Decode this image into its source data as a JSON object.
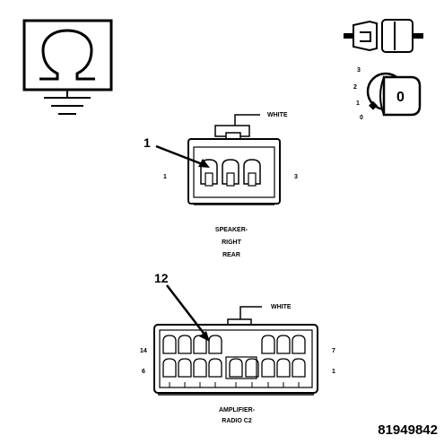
{
  "symbol_panel": {
    "ohm": "Ω"
  },
  "speaker_connector": {
    "callout": "1",
    "wire_color": "WHITE",
    "pin_left": "1",
    "pin_right": "3",
    "label_line1": "SPEAKER-",
    "label_line2": "RIGHT",
    "label_line3": "REAR"
  },
  "amplifier_connector": {
    "callout": "12",
    "wire_color": "WHITE",
    "pin_top_left": "14",
    "pin_top_right": "7",
    "pin_bottom_left": "6",
    "pin_bottom_right": "1",
    "label_line1": "AMPLIFIER-",
    "label_line2": "RADIO C2"
  },
  "ignition_key": {
    "pos3": "3",
    "pos2": "2",
    "pos1": "1",
    "pos0": "0",
    "keycap": "0"
  },
  "figure_id": "81949842"
}
